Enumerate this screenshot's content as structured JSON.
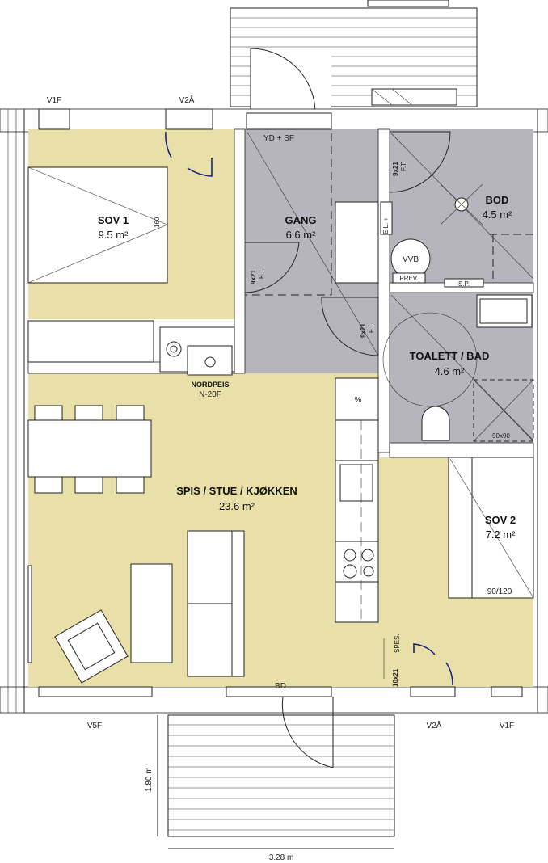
{
  "colors": {
    "dry_room": "#e8e0a8",
    "wet_room": "#b6b5bd",
    "wall": "#ffffff",
    "opening": "#1a2a8a"
  },
  "rooms": {
    "sov1": {
      "name": "SOV 1",
      "area": "9.5 m²",
      "bed": "160"
    },
    "gang": {
      "name": "GANG",
      "area": "6.6 m²",
      "note": "YD + SF"
    },
    "bod": {
      "name": "BOD",
      "area": "4.5 m²",
      "vvb": "VVB",
      "prev": "PREV.",
      "sp": "S.P."
    },
    "bad": {
      "name": "TOALETT / BAD",
      "area": "4.6 m²",
      "shower": "90x90"
    },
    "stue": {
      "name": "SPIS / STUE / KJØKKEN",
      "area": "23.6 m²",
      "stove": "NORDPEIS",
      "stove_model": "N-20F"
    },
    "sov2": {
      "name": "SOV 2",
      "area": "7.2 m²",
      "bed": "90/120"
    }
  },
  "doors": {
    "gang_sov1": [
      "9x21",
      "F.T."
    ],
    "bod": [
      "9x21",
      "F.T."
    ],
    "bad": [
      "9x21",
      "F.T."
    ],
    "sov2": [
      "10x21",
      "SPES."
    ],
    "el": "E.L. +"
  },
  "windows": {
    "top_left": "V1F",
    "top_mid": "V2Å",
    "bottom_left": "V5F",
    "bottom_door": "BD",
    "bottom_mid": "V2Å",
    "bottom_right": "V1F"
  },
  "dimensions": {
    "terrace_depth": "1.80 m",
    "terrace_width": "3.28 m"
  },
  "kitchen": {
    "fridge_symbol": "%"
  }
}
